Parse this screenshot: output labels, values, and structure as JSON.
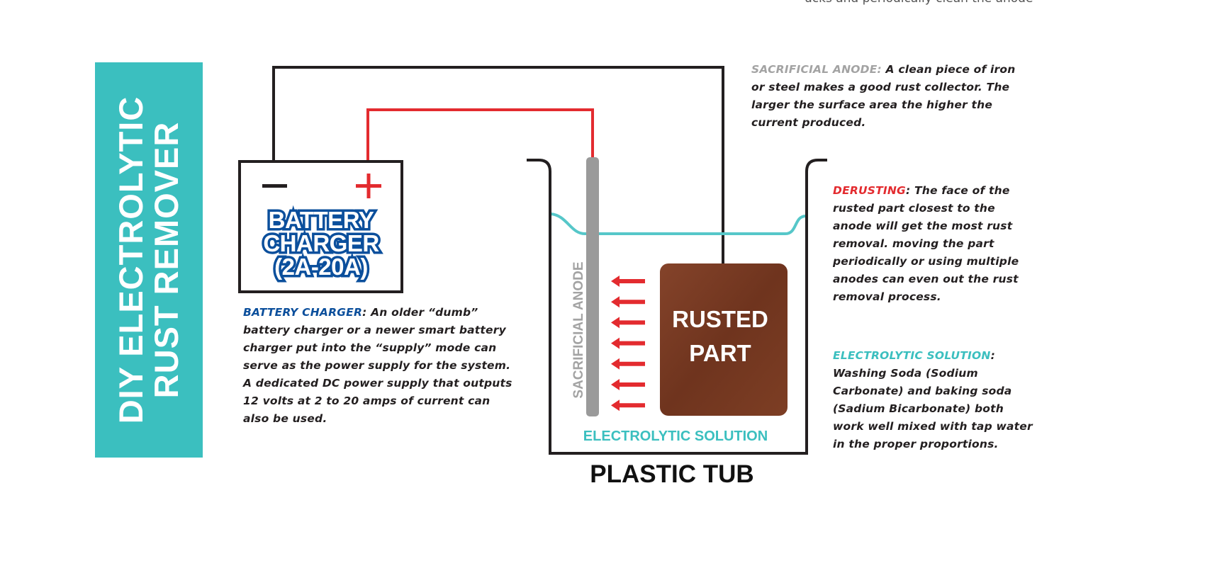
{
  "top_cut_text": "ucks and periodically clean the anode",
  "title": {
    "line1": "DIY ELECTROLYTIC",
    "line2": "RUST REMOVER"
  },
  "battery": {
    "minus": "−",
    "plus": "+",
    "label_lines": [
      "BATTERY",
      "CHARGER",
      "(2A-20A)"
    ]
  },
  "anode_label": "SACRIFICIAL ANODE",
  "rusted_part": {
    "line1": "RUSTED",
    "line2": "PART"
  },
  "solution_label": "ELECTROLYTIC SOLUTION",
  "tub_label": "PLASTIC TUB",
  "arrow_count": 7,
  "colors": {
    "teal": "#3bbfbf",
    "water": "#56c7c9",
    "red": "#e32b2f",
    "blue": "#0b4f9c",
    "rust": "#7a3a22",
    "anode_gray": "#9a9a9a"
  },
  "notes": {
    "battery_charger": {
      "heading": "BATTERY CHARGER",
      "body": ": An older “dumb” battery charger or a newer smart battery charger put into the “supply” mode can serve as the power supply for the system. A dedicated DC power supply that outputs 12 volts at 2 to 20 amps of current can also be used."
    },
    "sacrificial_anode": {
      "heading": "SACRIFICIAL ANODE:",
      "body": " A clean piece of iron or steel makes a good rust collector. The larger the surface area the higher the current produced."
    },
    "derusting": {
      "heading": "DERUSTING",
      "body": ": The face of the rusted part closest to the anode will get the most rust removal. moving the part periodically or using multiple anodes can even out the rust removal process."
    },
    "electrolytic_solution": {
      "heading": "ELECTROLYTIC SOLUTION",
      "body": ": Washing Soda (Sodium Carbonate) and baking soda (Sadium Bicarbonate) both work well mixed with tap water in the proper proportions."
    }
  }
}
